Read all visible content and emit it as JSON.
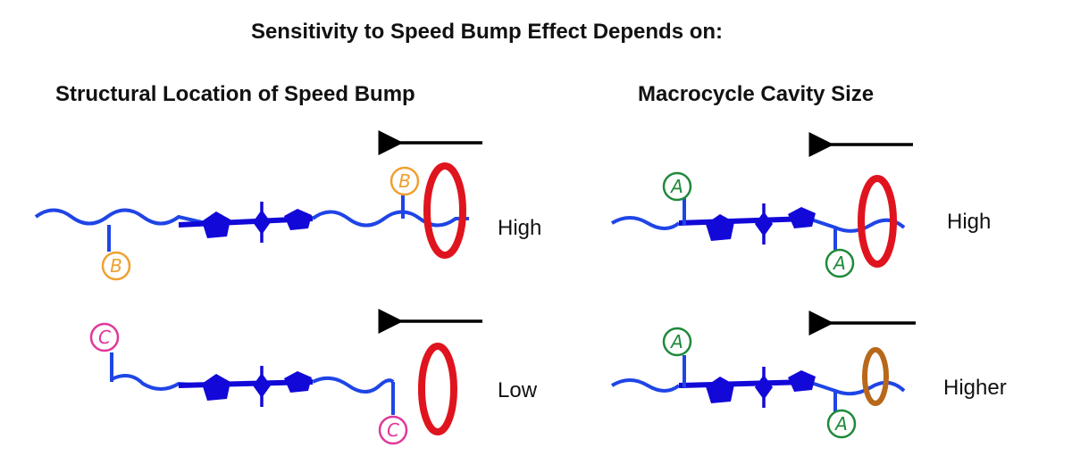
{
  "title": "Sensitivity to Speed Bump Effect Depends on:",
  "panels": {
    "left": {
      "heading": "Structural Location of Speed Bump",
      "rows": [
        {
          "level": "High",
          "bead_letter": "B",
          "bead_color": "#F0A030"
        },
        {
          "level": "Low",
          "bead_letter": "C",
          "bead_color": "#E0389A"
        }
      ]
    },
    "right": {
      "heading": "Macrocycle Cavity Size",
      "rows": [
        {
          "level": "High",
          "bead_letter": "A",
          "bead_color": "#1E8A3A"
        },
        {
          "level": "Higher",
          "bead_letter": "A",
          "bead_color": "#1E8A3A"
        }
      ]
    }
  },
  "colors": {
    "chain": "#1F45E6",
    "core": "#1208D8",
    "ring_large": "#E0141E",
    "ring_small": "#B8681A",
    "arrow": "#000000"
  },
  "icons": [
    "arrow-left-icon",
    "macrocycle-ring-icon",
    "wavy-chain-icon",
    "pentagon-unit-icon",
    "diamond-unit-icon"
  ]
}
